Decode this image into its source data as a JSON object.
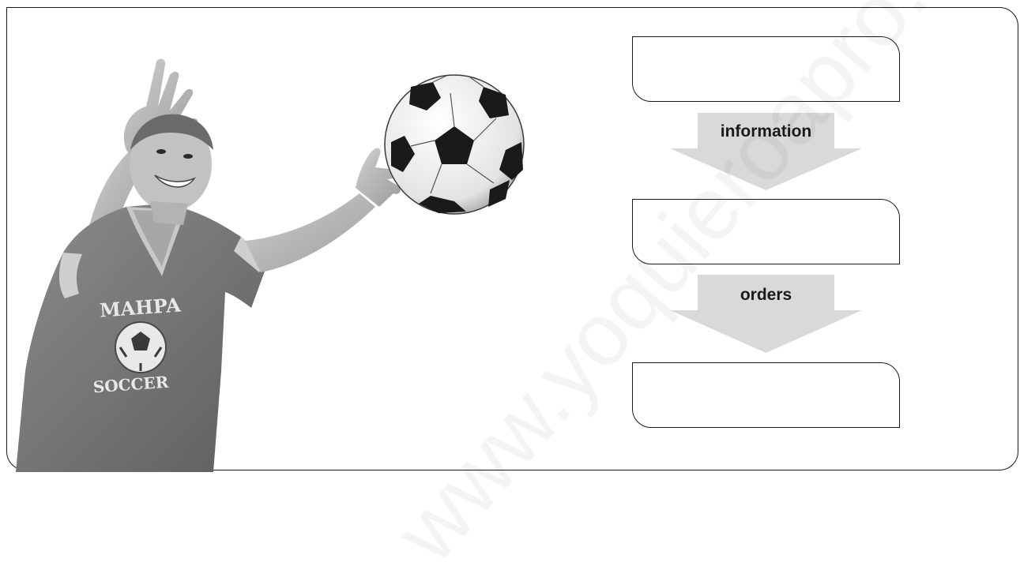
{
  "flow": {
    "boxes": [
      {
        "text": ""
      },
      {
        "text": ""
      },
      {
        "text": ""
      }
    ],
    "arrows": [
      {
        "label": "information"
      },
      {
        "label": "orders"
      }
    ]
  },
  "photo": {
    "shirt_text_top": "MAHPA",
    "shirt_text_bottom": "SOCCER"
  },
  "watermark": "www.yoquieroapro.",
  "colors": {
    "arrow_fill": "#d9d9d9",
    "border": "#1a1a1a"
  }
}
